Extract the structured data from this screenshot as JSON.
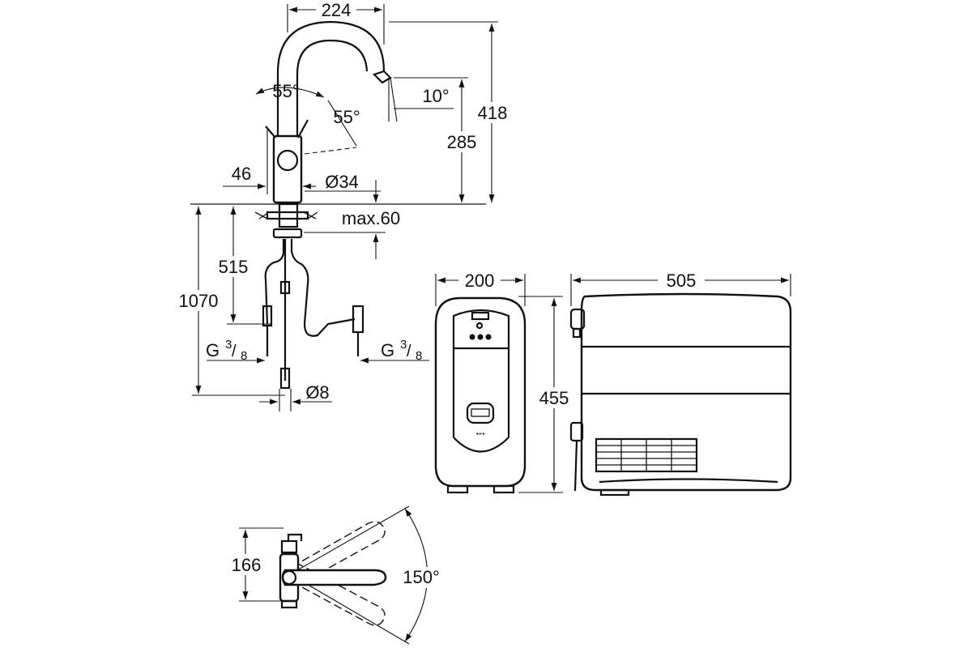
{
  "diagram": {
    "dimensions": {
      "spout_reach": "224",
      "lever_angle_left": "55°",
      "lever_angle_right": "55°",
      "spout_tilt": "10°",
      "total_height": "418",
      "spout_outlet_height": "285",
      "lever_clearance": "46",
      "body_diameter": "Ø34",
      "max_deck_thickness": "max.60",
      "hose_length_outlet": "515",
      "hose_length_total": "1070",
      "connection_left": "G",
      "connection_right": "G",
      "thread_num": "3",
      "thread_den": "8",
      "hose_diameter": "Ø8",
      "filter_width": "200",
      "unit_height": "455",
      "chiller_width": "505",
      "top_view_depth": "166",
      "swivel_angle": "150°"
    },
    "icons": [
      "faucet-side-view",
      "filter-unit-front",
      "chiller-unit-side",
      "faucet-top-view"
    ]
  }
}
